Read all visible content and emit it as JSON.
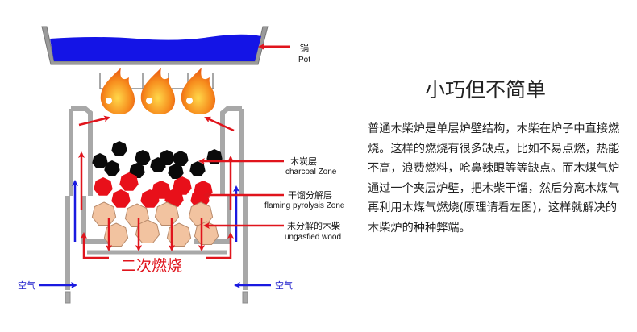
{
  "diagram": {
    "pot": {
      "label_cn": "锅",
      "label_en": "Pot"
    },
    "zones": [
      {
        "label_cn": "木炭层",
        "label_en": "charcoal Zone"
      },
      {
        "label_cn": "干馏分解层",
        "label_en": "flaming pyrolysis Zone"
      },
      {
        "label_cn": "未分解的木柴",
        "label_en": "ungasfied wood"
      }
    ],
    "secondary_combustion": "二次燃烧",
    "air_left": "空气",
    "air_right": "空气"
  },
  "article": {
    "title": "小巧但不简单",
    "body": "普通木柴炉是单层炉壁结构，木柴在炉子中直接燃烧。这样的燃烧有很多缺点，比如不易点燃，热能不高，浪费燃料，呛鼻辣眼等等缺点。而木煤气炉通过一个夹层炉壁，把木柴干馏，然后分离木煤气再利用木煤气燃烧(原理请看左图)，这样就解决的木柴炉的种种弊端。"
  },
  "colors": {
    "pot_water": "#1414e6",
    "wall_gray": "#a8a8a8",
    "arrow_red": "#e0141c",
    "arrow_blue": "#1a1ae0",
    "charcoal": "#0a0a0a",
    "pyrolysis": "#e8101a",
    "wood": "#f2c3a0",
    "flame": "#f57a18"
  }
}
